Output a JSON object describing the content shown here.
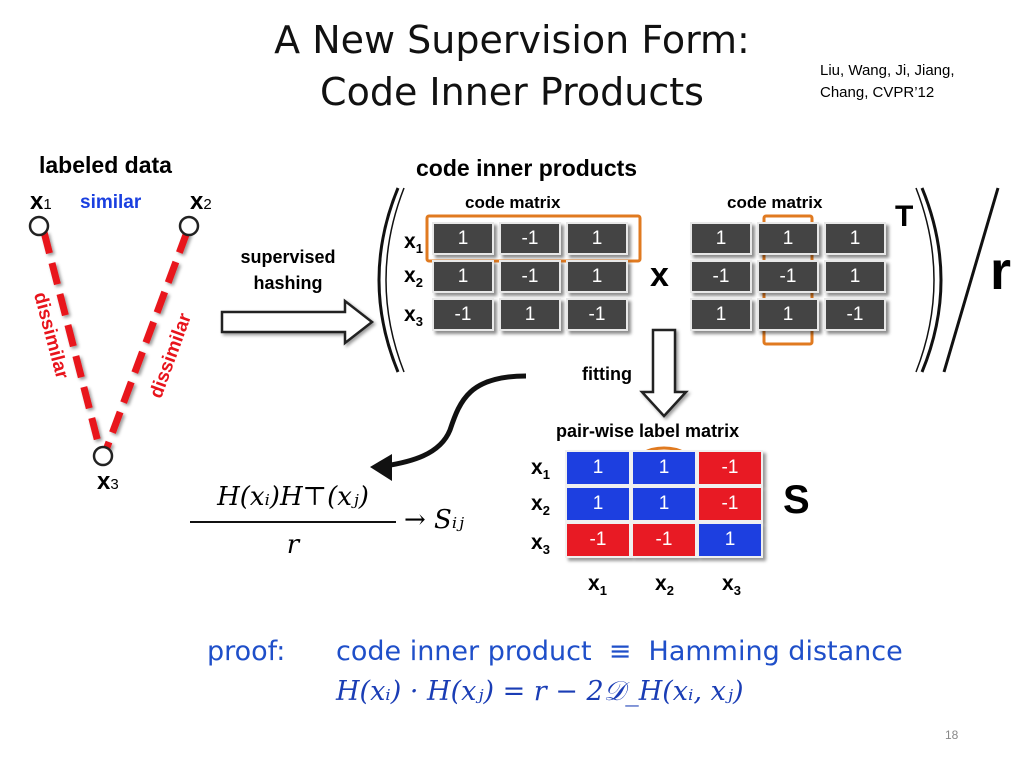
{
  "title": {
    "line1": "A New Supervision Form:",
    "line2": "Code Inner Products"
  },
  "citation": {
    "line1": "Liu, Wang, Ji, Jiang,",
    "line2": "Chang, CVPR’12"
  },
  "graph": {
    "heading": "labeled data",
    "nodes": [
      {
        "label": "x",
        "sub": "1"
      },
      {
        "label": "x",
        "sub": "2"
      },
      {
        "label": "x",
        "sub": "3"
      }
    ],
    "edge_similar": "similar",
    "edge_dissimilar_left": "dissimilar",
    "edge_dissimilar_right": "dissimilar",
    "colors": {
      "similar": "#1a3fe0",
      "dissimilar": "#e8141c"
    }
  },
  "arrow_label": {
    "line1": "supervised",
    "line2": "hashing"
  },
  "code_inner": {
    "heading": "code inner products",
    "left_matrix": {
      "title": "code matrix",
      "row_labels": [
        {
          "label": "x",
          "sub": "1"
        },
        {
          "label": "x",
          "sub": "2"
        },
        {
          "label": "x",
          "sub": "3"
        }
      ],
      "rows": [
        [
          "1",
          "-1",
          "1"
        ],
        [
          "1",
          "-1",
          "1"
        ],
        [
          "-1",
          "1",
          "-1"
        ]
      ]
    },
    "times_symbol": "x",
    "right_matrix": {
      "title": "code matrix",
      "superscript": "T",
      "rows": [
        [
          "1",
          "1",
          "1"
        ],
        [
          "-1",
          "-1",
          "1"
        ],
        [
          "1",
          "1",
          "-1"
        ]
      ]
    },
    "divisor": "r",
    "highlight_color": "#e07a20"
  },
  "fitting_label": "fitting",
  "label_matrix": {
    "title": "pair-wise label matrix",
    "row_labels": [
      {
        "label": "x",
        "sub": "1"
      },
      {
        "label": "x",
        "sub": "2"
      },
      {
        "label": "x",
        "sub": "3"
      }
    ],
    "col_labels": [
      {
        "label": "x",
        "sub": "1"
      },
      {
        "label": "x",
        "sub": "2"
      },
      {
        "label": "x",
        "sub": "3"
      }
    ],
    "rows": [
      [
        "1",
        "1",
        "-1"
      ],
      [
        "1",
        "1",
        "-1"
      ],
      [
        "-1",
        "-1",
        "1"
      ]
    ],
    "symbol": "S",
    "colors": {
      "positive": "#1d3fe0",
      "negative": "#e81a24"
    }
  },
  "formula": {
    "numerator": "H(xᵢ)H⊤(xⱼ)",
    "denominator": "r",
    "rhs": "→ Sᵢⱼ"
  },
  "proof": {
    "label": "proof:",
    "statement": "code inner product  ≡  Hamming distance",
    "equation": "H(xᵢ) · H(xⱼ) = r − 2𝒟_H(xᵢ, xⱼ)"
  },
  "slide_number": "18"
}
